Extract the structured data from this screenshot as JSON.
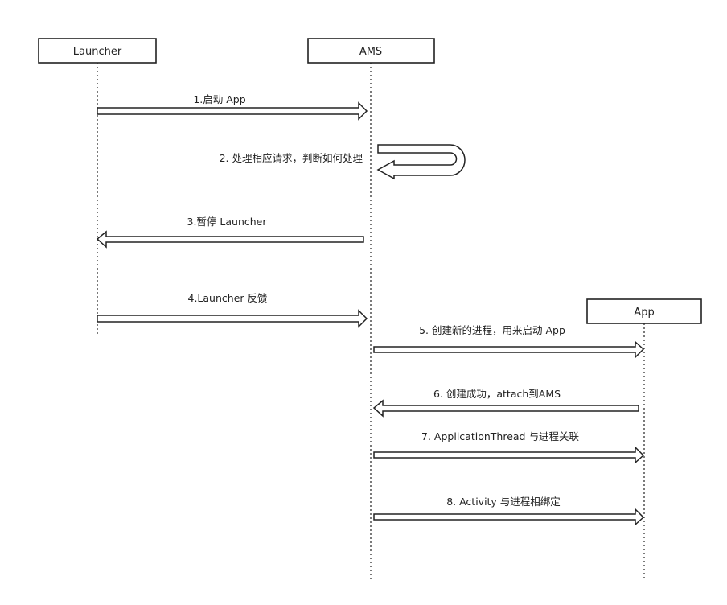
{
  "participants": [
    {
      "id": "launcher",
      "label": "Launcher"
    },
    {
      "id": "ams",
      "label": "AMS"
    },
    {
      "id": "app",
      "label": "App"
    }
  ],
  "messages": [
    {
      "label": "1.启动 App",
      "from": "launcher",
      "to": "ams"
    },
    {
      "label": "2. 处理相应请求，判断如何处理",
      "from": "ams",
      "to": "ams"
    },
    {
      "label": "3.暂停 Launcher",
      "from": "ams",
      "to": "launcher"
    },
    {
      "label": "4.Launcher 反馈",
      "from": "launcher",
      "to": "ams"
    },
    {
      "label": "5. 创建新的进程，用来启动 App",
      "from": "ams",
      "to": "app"
    },
    {
      "label": "6. 创建成功，attach到AMS",
      "from": "app",
      "to": "ams"
    },
    {
      "label": "7. ApplicationThread 与进程关联",
      "from": "ams",
      "to": "app"
    },
    {
      "label": "8. Activity 与进程相绑定",
      "from": "ams",
      "to": "app"
    }
  ]
}
